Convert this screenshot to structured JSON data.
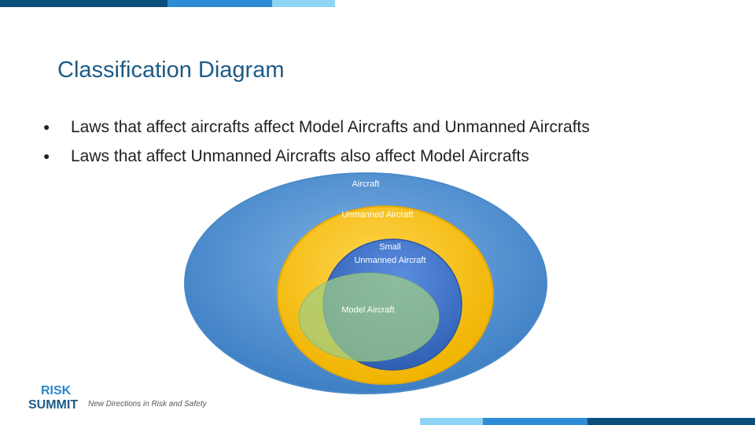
{
  "slide": {
    "title": "Classification Diagram",
    "bullets": [
      "Laws that affect aircrafts affect Model Aircrafts and Unmanned Aircrafts",
      "Laws that affect Unmanned Aircrafts also affect Model Aircrafts"
    ],
    "bullet_glyph": "●"
  },
  "diagram": {
    "labels": {
      "aircraft": "Aircraft",
      "unmanned": "Unmanned Aircraft",
      "small_line1": "Small",
      "small_line2": "Unmanned Aircraft",
      "model": "Model Aircraft"
    },
    "colors": {
      "aircraft": "#5b9bd5",
      "unmanned": "#ffc000",
      "small": "#4472c4",
      "model": "#a9d18e"
    }
  },
  "footer": {
    "logo_line1": "RISK",
    "logo_line2": "SUMMIT",
    "tagline": "New Directions in Risk and Safety"
  },
  "accent_colors": [
    "#0b4f7c",
    "#2e8bd8",
    "#8fd3f5"
  ]
}
